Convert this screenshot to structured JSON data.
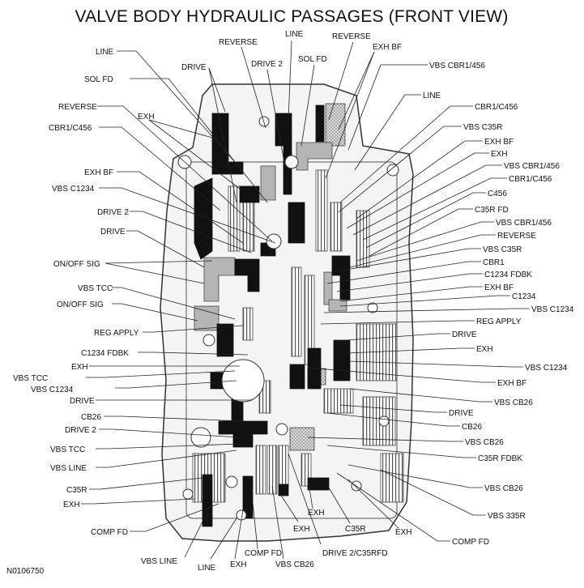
{
  "title": "VALVE BODY HYDRAULIC PASSAGES (FRONT VIEW)",
  "figure_code": "N0106750",
  "colors": {
    "passage_black": "#111111",
    "passage_gray": "#b5b5b5",
    "passage_dotted": "#d0d0d0",
    "outline": "#333333",
    "background": "#ffffff"
  },
  "labels": {
    "top_reverse": "REVERSE",
    "top_line": "LINE",
    "top_reverse2": "REVERSE",
    "top_exh_bf": "EXH BF",
    "top_drive2": "DRIVE 2",
    "top_sol_fd": "SOL FD",
    "top_vbs_cbr1_456": "VBS CBR1/456",
    "l_line": "LINE",
    "l_drive": "DRIVE",
    "l_sol_fd": "SOL FD",
    "l_reverse": "REVERSE",
    "l_exh": "EXH",
    "l_cbr1_c456": "CBR1/C456",
    "l_exh_bf": "EXH BF",
    "l_vbs_c1234": "VBS C1234",
    "l_drive2": "DRIVE 2",
    "l_drive_b": "DRIVE",
    "l_onoff_sig": "ON/OFF SIG",
    "l_vbs_tcc": "VBS TCC",
    "l_onoff_sig2": "ON/OFF SIG",
    "l_reg_apply": "REG APPLY",
    "l_c1234_fdbk": "C1234 FDBK",
    "l_exh2": "EXH",
    "l_vbs_tcc2": "VBS TCC",
    "l_vbs_c1234_2": "VBS C1234",
    "l_drive_c": "DRIVE",
    "l_cb26": "CB26",
    "l_drive2_b": "DRIVE 2",
    "l_vbs_tcc3": "VBS TCC",
    "l_vbs_line": "VBS LINE",
    "l_c35r": "C35R",
    "l_exh3": "EXH",
    "l_comp_fd": "COMP FD",
    "r_line": "LINE",
    "r_cbr1_c456": "CBR1/C456",
    "r_vbs_c35r": "VBS C35R",
    "r_exh_bf": "EXH BF",
    "r_exh": "EXH",
    "r_vbs_cbr1_456": "VBS CBR1/456",
    "r_cbr1_c456_2": "CBR1/C456",
    "r_c456": "C456",
    "r_c35r_fd": "C35R FD",
    "r_vbs_cbr1_456_2": "VBS CBR1/456",
    "r_reverse": "REVERSE",
    "r_vbs_c35r_2": "VBS C35R",
    "r_cbr1": "CBR1",
    "r_c1234_fdbk": "C1234 FDBK",
    "r_exh_bf2": "EXH BF",
    "r_c1234": "C1234",
    "r_vbs_c1234": "VBS C1234",
    "r_reg_apply": "REG APPLY",
    "r_drive": "DRIVE",
    "r_exh2": "EXH",
    "r_vbs_c1234_2": "VBS C1234",
    "r_exh_bf3": "EXH BF",
    "r_vbs_cb26": "VBS CB26",
    "r_drive2": "DRIVE",
    "r_cb26": "CB26",
    "r_vbs_cb26_2": "VBS CB26",
    "r_c35r_fdbk": "C35R FDBK",
    "r_vbs_cb26_3": "VBS CB26",
    "r_vbs_335r": "VBS 335R",
    "r_comp_fd": "COMP FD",
    "b_vbs_line": "VBS LINE",
    "b_line": "LINE",
    "b_exh": "EXH",
    "b_comp_fd": "COMP FD",
    "b_vbs_cb26": "VBS CB26",
    "b_drive2_c35rfd": "DRIVE 2/C35RFD",
    "b_exh2": "EXH",
    "b_c35r": "C35R",
    "b_exh3": "EXH",
    "b_exh4": "EXH"
  }
}
